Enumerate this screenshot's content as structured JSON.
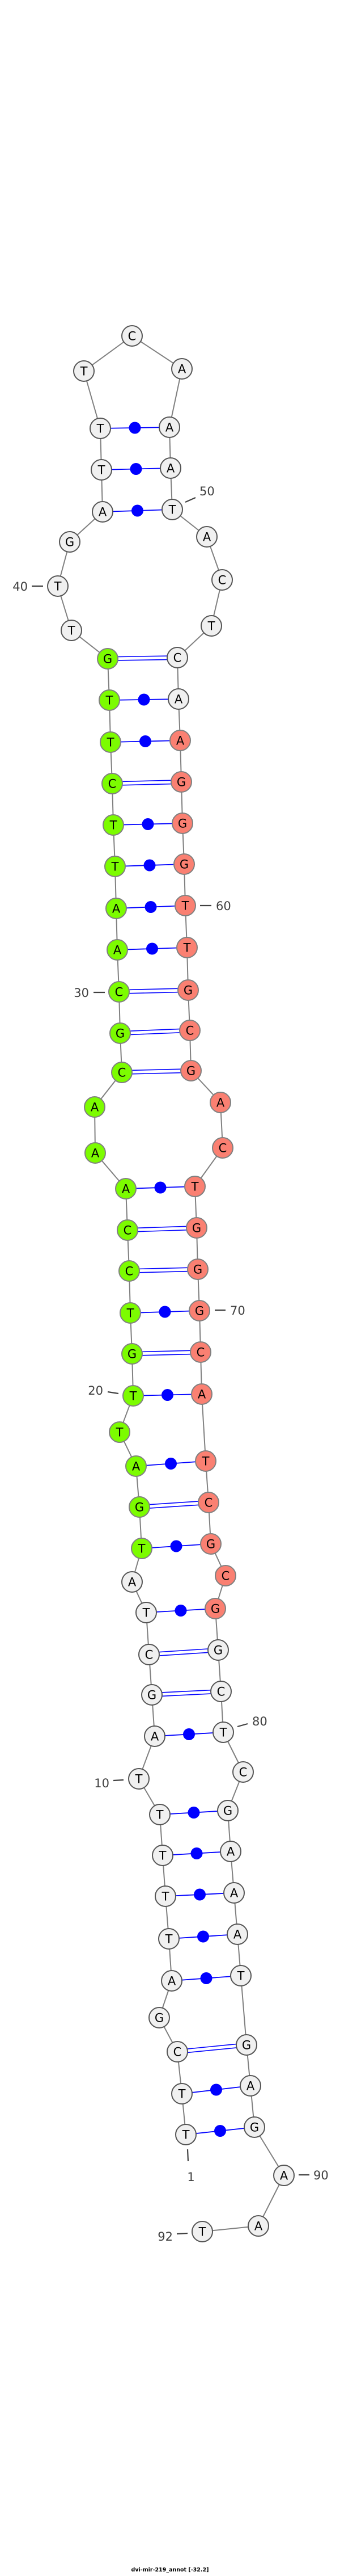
{
  "title": "dvi-mir-219_annot [-32.2]",
  "sequence": "TTCGATTTTTAGCTATGATTGTCCAAACGCAATTCTTGTTGATTTCAAATACTCAAGGGTTGCGACTGGGCATCGCGGCTCGAAATGAGAAT",
  "pairs": [
    [
      1,
      89
    ],
    [
      2,
      88
    ],
    [
      3,
      87
    ],
    [
      5,
      86
    ],
    [
      6,
      85
    ],
    [
      7,
      84
    ],
    [
      8,
      83
    ],
    [
      9,
      82
    ],
    [
      11,
      80
    ],
    [
      12,
      79
    ],
    [
      13,
      78
    ],
    [
      14,
      77
    ],
    [
      16,
      75
    ],
    [
      17,
      74
    ],
    [
      18,
      73
    ],
    [
      20,
      72
    ],
    [
      21,
      71
    ],
    [
      22,
      70
    ],
    [
      23,
      69
    ],
    [
      24,
      68
    ],
    [
      25,
      67
    ],
    [
      28,
      64
    ],
    [
      29,
      63
    ],
    [
      30,
      62
    ],
    [
      31,
      61
    ],
    [
      32,
      60
    ],
    [
      33,
      59
    ],
    [
      34,
      58
    ],
    [
      35,
      57
    ],
    [
      36,
      56
    ],
    [
      37,
      55
    ],
    [
      38,
      54
    ],
    [
      42,
      50
    ],
    [
      43,
      49
    ],
    [
      44,
      48
    ]
  ],
  "highlights": [
    {
      "name": "mature-5p",
      "from": 16,
      "to": 38,
      "color": "#7cfc00"
    },
    {
      "name": "mature-3p",
      "from": 56,
      "to": 77,
      "color": "#fa8072"
    }
  ],
  "colors": {
    "default_fill": "#f0f0f0",
    "backbone": "#808080",
    "pair": "#0000ff",
    "label": "#404040"
  },
  "number_labels": [
    "1",
    "10",
    "20",
    "30",
    "40",
    "50",
    "60",
    "70",
    "80",
    "90",
    "92"
  ]
}
